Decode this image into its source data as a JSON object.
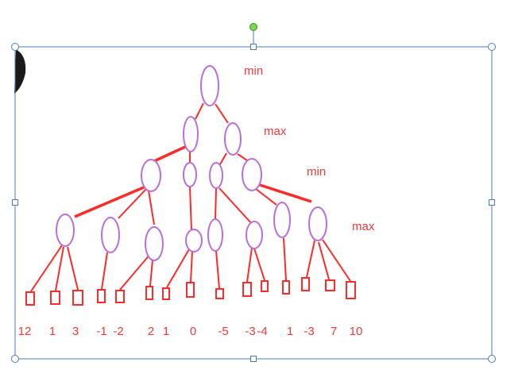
{
  "level_labels": [
    "min",
    "max",
    "min",
    "max"
  ],
  "leaf_values": [
    "12",
    "1",
    "3",
    "-1",
    "-2",
    "2",
    "1",
    "0",
    "-5",
    "-3",
    "-4",
    "1",
    "-3",
    "7",
    "10"
  ],
  "colors": {
    "edge": "#ff2a2a",
    "node_stroke": "#b96fd9",
    "label": "#f03a3a",
    "frame": "#4a7bb0",
    "rotate_handle": "#7ad94a"
  }
}
